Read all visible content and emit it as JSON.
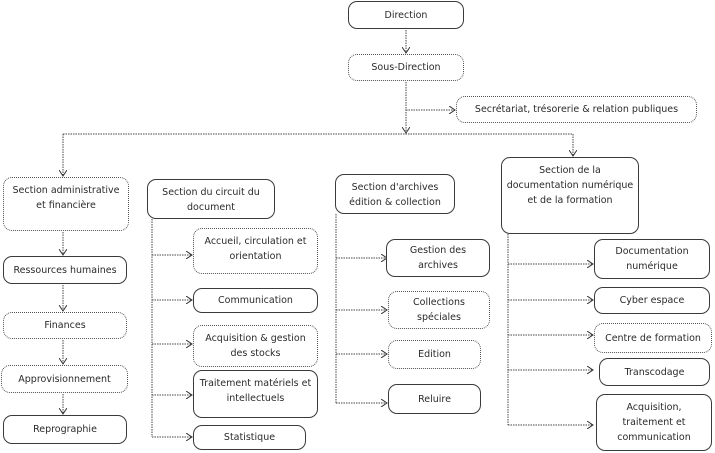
{
  "chart_data": {
    "type": "org-chart",
    "title": "",
    "nodes": {
      "direction": "Direction",
      "sous_direction": "Sous-Direction",
      "secretariat": "Secrétariat, trésorerie & relation publiques",
      "sections": [
        {
          "label": "Section administrative et financière",
          "children": [
            "Ressources humaines",
            "Finances",
            "Approvisionnement",
            "Reprographie"
          ]
        },
        {
          "label": "Section du circuit du document",
          "children": [
            "Accueil, circulation et orientation",
            "Communication",
            "Acquisition & gestion des stocks",
            "Traitement matériels et intellectuels",
            "Statistique"
          ]
        },
        {
          "label": "Section d'archives édition & collection",
          "children": [
            "Gestion des archives",
            "Collections spéciales",
            "Edition",
            "Reluire"
          ]
        },
        {
          "label": "Section de la documentation numérique et de la formation",
          "children": [
            "Documentation numérique",
            "Cyber espace",
            "Centre de formation",
            "Transcodage",
            "Acquisition, traitement et communication"
          ]
        }
      ]
    }
  }
}
